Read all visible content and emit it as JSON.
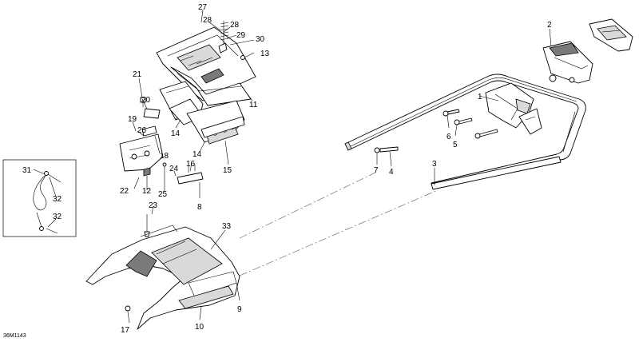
{
  "diagram": {
    "figure_code": "36M1143",
    "callouts": {
      "c1": "1",
      "c2": "2",
      "c3": "3",
      "c4": "4",
      "c5": "5",
      "c6": "6",
      "c7": "7",
      "c8": "8",
      "c9": "9",
      "c10": "10",
      "c11": "11",
      "c12": "12",
      "c13": "13",
      "c14a": "14",
      "c14b": "14",
      "c15": "15",
      "c16": "16",
      "c17": "17",
      "c18": "18",
      "c19": "19",
      "c20": "20",
      "c21": "21",
      "c22": "22",
      "c23": "23",
      "c24": "24",
      "c25": "25",
      "c26": "26",
      "c27": "27",
      "c28a": "28",
      "c28b": "28",
      "c29": "29",
      "c30": "30",
      "c31": "31",
      "c32a": "32",
      "c32b": "32",
      "c33": "33"
    }
  }
}
